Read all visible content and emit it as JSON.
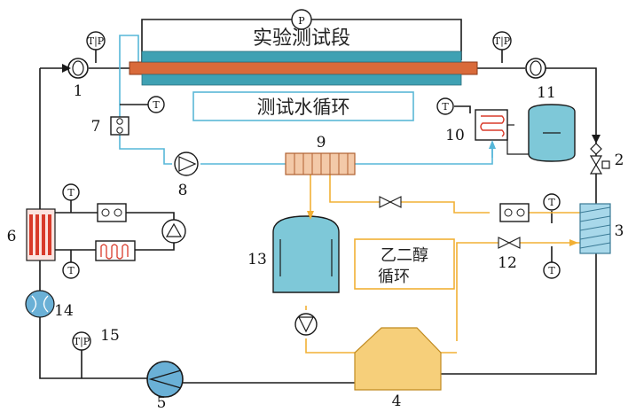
{
  "labels": {
    "test_section": "实验测试段",
    "water_loop": "测试水循环",
    "glycol_loop_line1": "乙二醇",
    "glycol_loop_line2": "循环"
  },
  "component_numbers": [
    "1",
    "2",
    "3",
    "4",
    "5",
    "6",
    "7",
    "8",
    "9",
    "10",
    "11",
    "12",
    "13",
    "14",
    "15"
  ],
  "sensor_text": {
    "pressure": "P",
    "temperature": "T",
    "temp_pressure": "T|P"
  },
  "colors": {
    "refrigerant_line": "#1a1a1a",
    "water_line": "#56b7d9",
    "glycol_line": "#f2b035",
    "tube_outer": "#d96a3a",
    "tube_inner": "#3fa1b3",
    "heat_exchanger_fill": "#f3c9a8",
    "plate_hx_fill": "#a8d8ea",
    "tank_fill": "#7ec8d8",
    "compressor_fill": "#6ab0d6",
    "glycol_tank_fill": "#f6cf7a",
    "evaporator_red": "#d83a2a",
    "label_box_border": "#5ab7d6",
    "glycol_box_border": "#f2b035"
  }
}
